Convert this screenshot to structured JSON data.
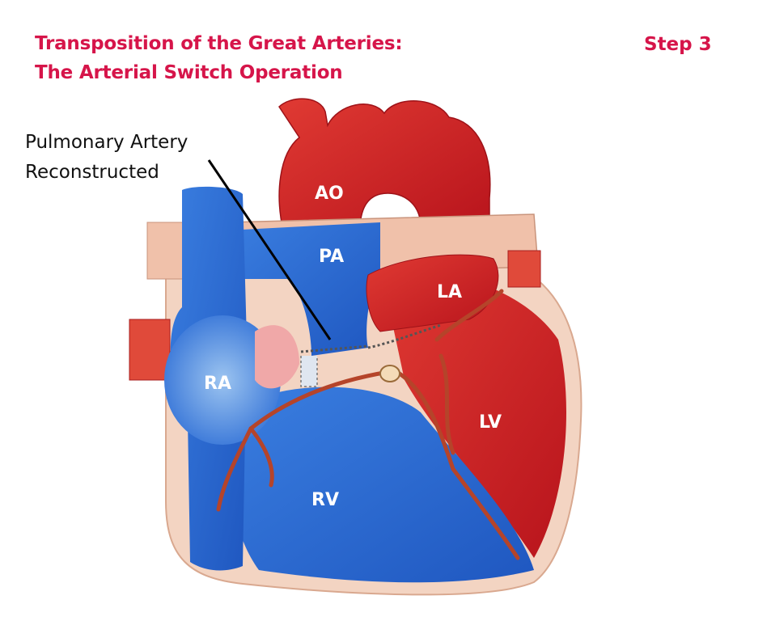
{
  "title": {
    "line1": "Transposition of the Great Arteries:",
    "line2": "The Arterial Switch Operation"
  },
  "step": "Step 3",
  "callout": {
    "line1": "Pulmonary Artery",
    "line2": "Reconstructed"
  },
  "labels": {
    "ao": "AO",
    "pa": "PA",
    "la": "LA",
    "ra": "RA",
    "lv": "LV",
    "rv": "RV"
  },
  "colors": {
    "title": "#d6154a",
    "oxygenated": "#d62a2a",
    "deoxygenated": "#2f6fd6",
    "tissue": "#f2c9b5"
  }
}
